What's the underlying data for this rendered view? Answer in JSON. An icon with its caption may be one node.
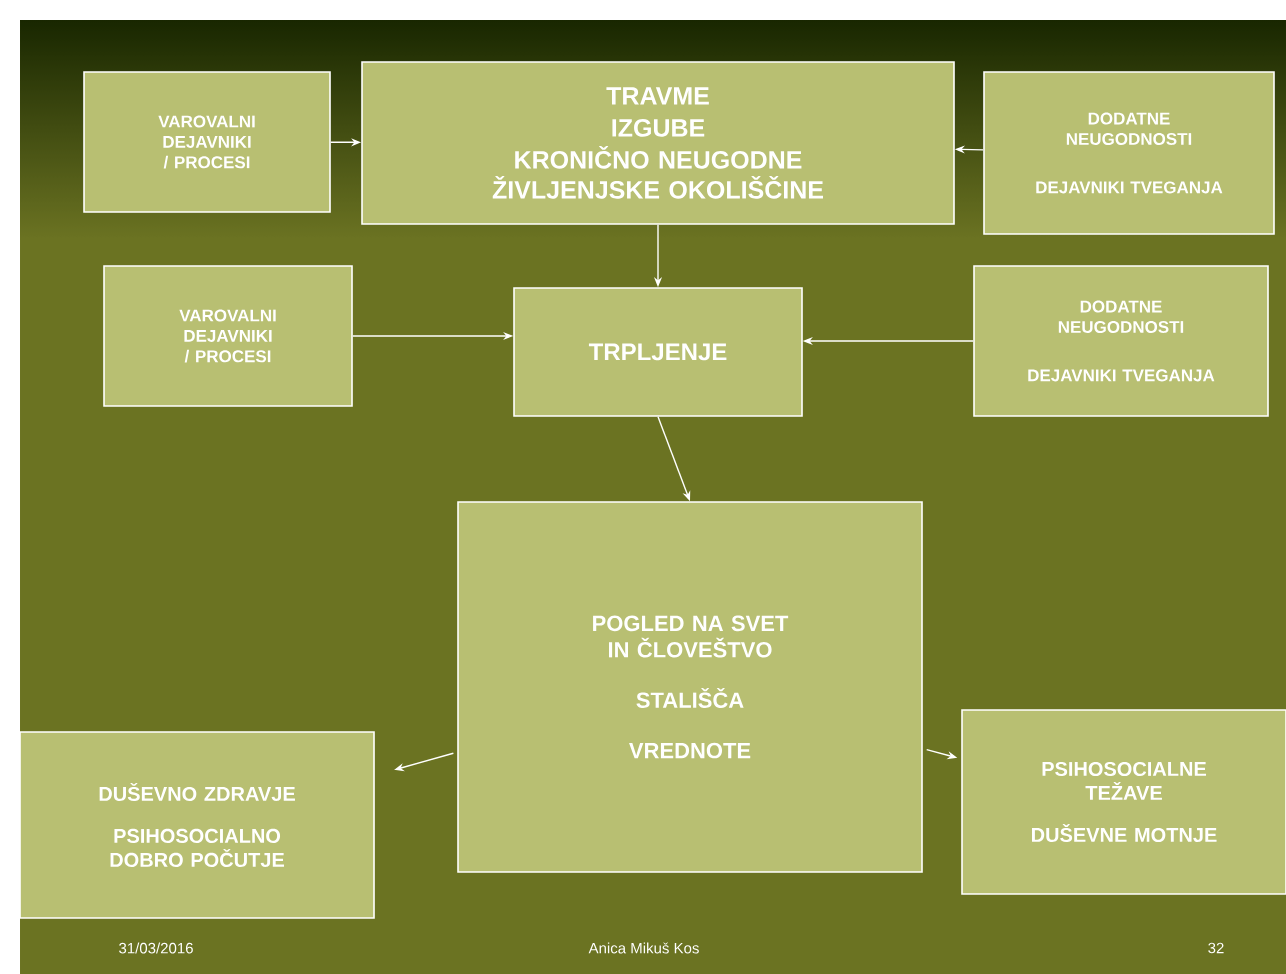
{
  "diagram": {
    "nodes": [
      {
        "text": [
          "VAROVALNI DEJAVNIKI / PROCESI"
        ]
      },
      {
        "text": [
          "TRAVME",
          "IZGUBE",
          "KRONIČNO NEUGODNE ŽIVLJENJSKE OKOLIŠČINE"
        ]
      },
      {
        "text": [
          "DODATNE NEUGODNOSTI",
          "DEJAVNIKI TVEGANJA"
        ]
      },
      {
        "text": [
          "VAROVALNI DEJAVNIKI / PROCESI"
        ]
      },
      {
        "text": [
          "TRPLJENJE"
        ]
      },
      {
        "text": [
          "DODATNE NEUGODNOSTI",
          "DEJAVNIKI TVEGANJA"
        ]
      },
      {
        "text": [
          "POGLED NA SVET IN ČLOVEŠTVO",
          "STALIŠČA",
          "VREDNOTE"
        ]
      },
      {
        "text": [
          "DUŠEVNO ZDRAVJE",
          "PSIHOSOCIALNO DOBRO POČUTJE"
        ]
      },
      {
        "text": [
          "PSIHOSOCIALNE TEŽAVE",
          "DUŠEVNE MOTNJE"
        ]
      }
    ],
    "edges": [
      {
        "from": 0,
        "to": 1,
        "arrow": "to"
      },
      {
        "from": 2,
        "to": 1,
        "arrow": "to"
      },
      {
        "from": 1,
        "to": 4,
        "arrow": "to"
      },
      {
        "from": 3,
        "to": 4,
        "arrow": "to"
      },
      {
        "from": 5,
        "to": 4,
        "arrow": "to"
      },
      {
        "from": 4,
        "to": 6,
        "arrow": "to"
      },
      {
        "from": 6,
        "to": 7,
        "arrow": "to"
      },
      {
        "from": 6,
        "to": 8,
        "arrow": "to"
      }
    ],
    "labels": [
      "31/03/2016",
      "Anica Mikuš Kos",
      "32"
    ]
  }
}
